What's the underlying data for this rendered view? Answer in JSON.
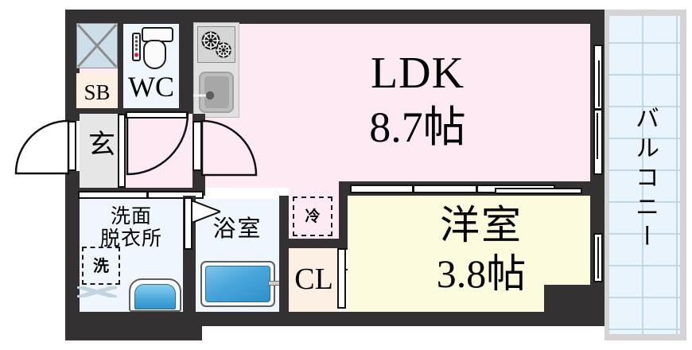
{
  "plan": {
    "type": "japanese-floor-plan",
    "layout_type": "1K",
    "rooms": [
      {
        "key": "ldk",
        "label": "LDK",
        "area": "8.7帖",
        "color": "#fdeaf2"
      },
      {
        "key": "youshitsu",
        "label": "洋室",
        "area": "3.8帖",
        "color": "#fdfbdd"
      },
      {
        "key": "washroom",
        "label_line1": "洗面",
        "label_line2": "脱衣所",
        "color": "#eff6fd"
      },
      {
        "key": "bathroom",
        "label": "浴室",
        "color": "#eff6fd"
      },
      {
        "key": "toilet",
        "label": "WC",
        "color": "#eff6fd"
      },
      {
        "key": "closet",
        "label": "CL",
        "color": "#fcf0e4"
      },
      {
        "key": "shoebox",
        "label": "SB",
        "color": "#fcf0e4"
      },
      {
        "key": "genkan",
        "label": "玄",
        "color": "#e6e6e6"
      },
      {
        "key": "balcony",
        "label": "バルコニー",
        "color": "#eaf4fd"
      }
    ],
    "markers": [
      {
        "key": "washer",
        "label": "洗"
      },
      {
        "key": "refrigerator",
        "label": "冷"
      }
    ],
    "colors": {
      "wall": "#333132",
      "ldk_floor": "#fdeaf2",
      "room_floor": "#fdfbdd",
      "wet_floor": "#eff6fd",
      "beige_floor": "#fcf0e4",
      "genkan_floor": "#e6e6e6",
      "balcony_tile": "#eaf4fd",
      "balcony_frame": "#d4d4d4",
      "water_fill": "#49a6dc",
      "outline": "#111111"
    }
  },
  "labels": {
    "ldk_name": "LDK",
    "ldk_area": "8.7帖",
    "youshitsu_name": "洋室",
    "youshitsu_area": "3.8帖",
    "washroom_line1": "洗面",
    "washroom_line2": "脱衣所",
    "bathroom": "浴室",
    "toilet": "WC",
    "closet": "CL",
    "shoebox": "SB",
    "genkan": "玄",
    "balcony": "バルコニー",
    "washer": "洗",
    "refrigerator": "冷"
  }
}
